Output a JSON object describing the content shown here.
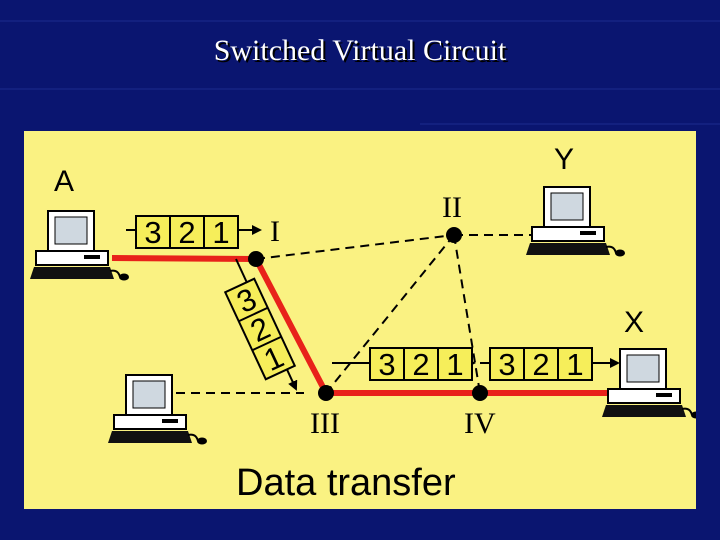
{
  "title": "Switched Virtual Circuit",
  "diagram": {
    "colors": {
      "panel": "#faf282",
      "circuit": "#e8221a",
      "link": "#000000",
      "packet_fill": "#f6ee5a"
    },
    "node_labels": {
      "a": "A",
      "y": "Y",
      "x": "X",
      "n1": "I",
      "n2": "II",
      "n3": "III",
      "n4": "IV"
    },
    "packets": [
      "3",
      "2",
      "1"
    ],
    "caption": "Data transfer"
  }
}
